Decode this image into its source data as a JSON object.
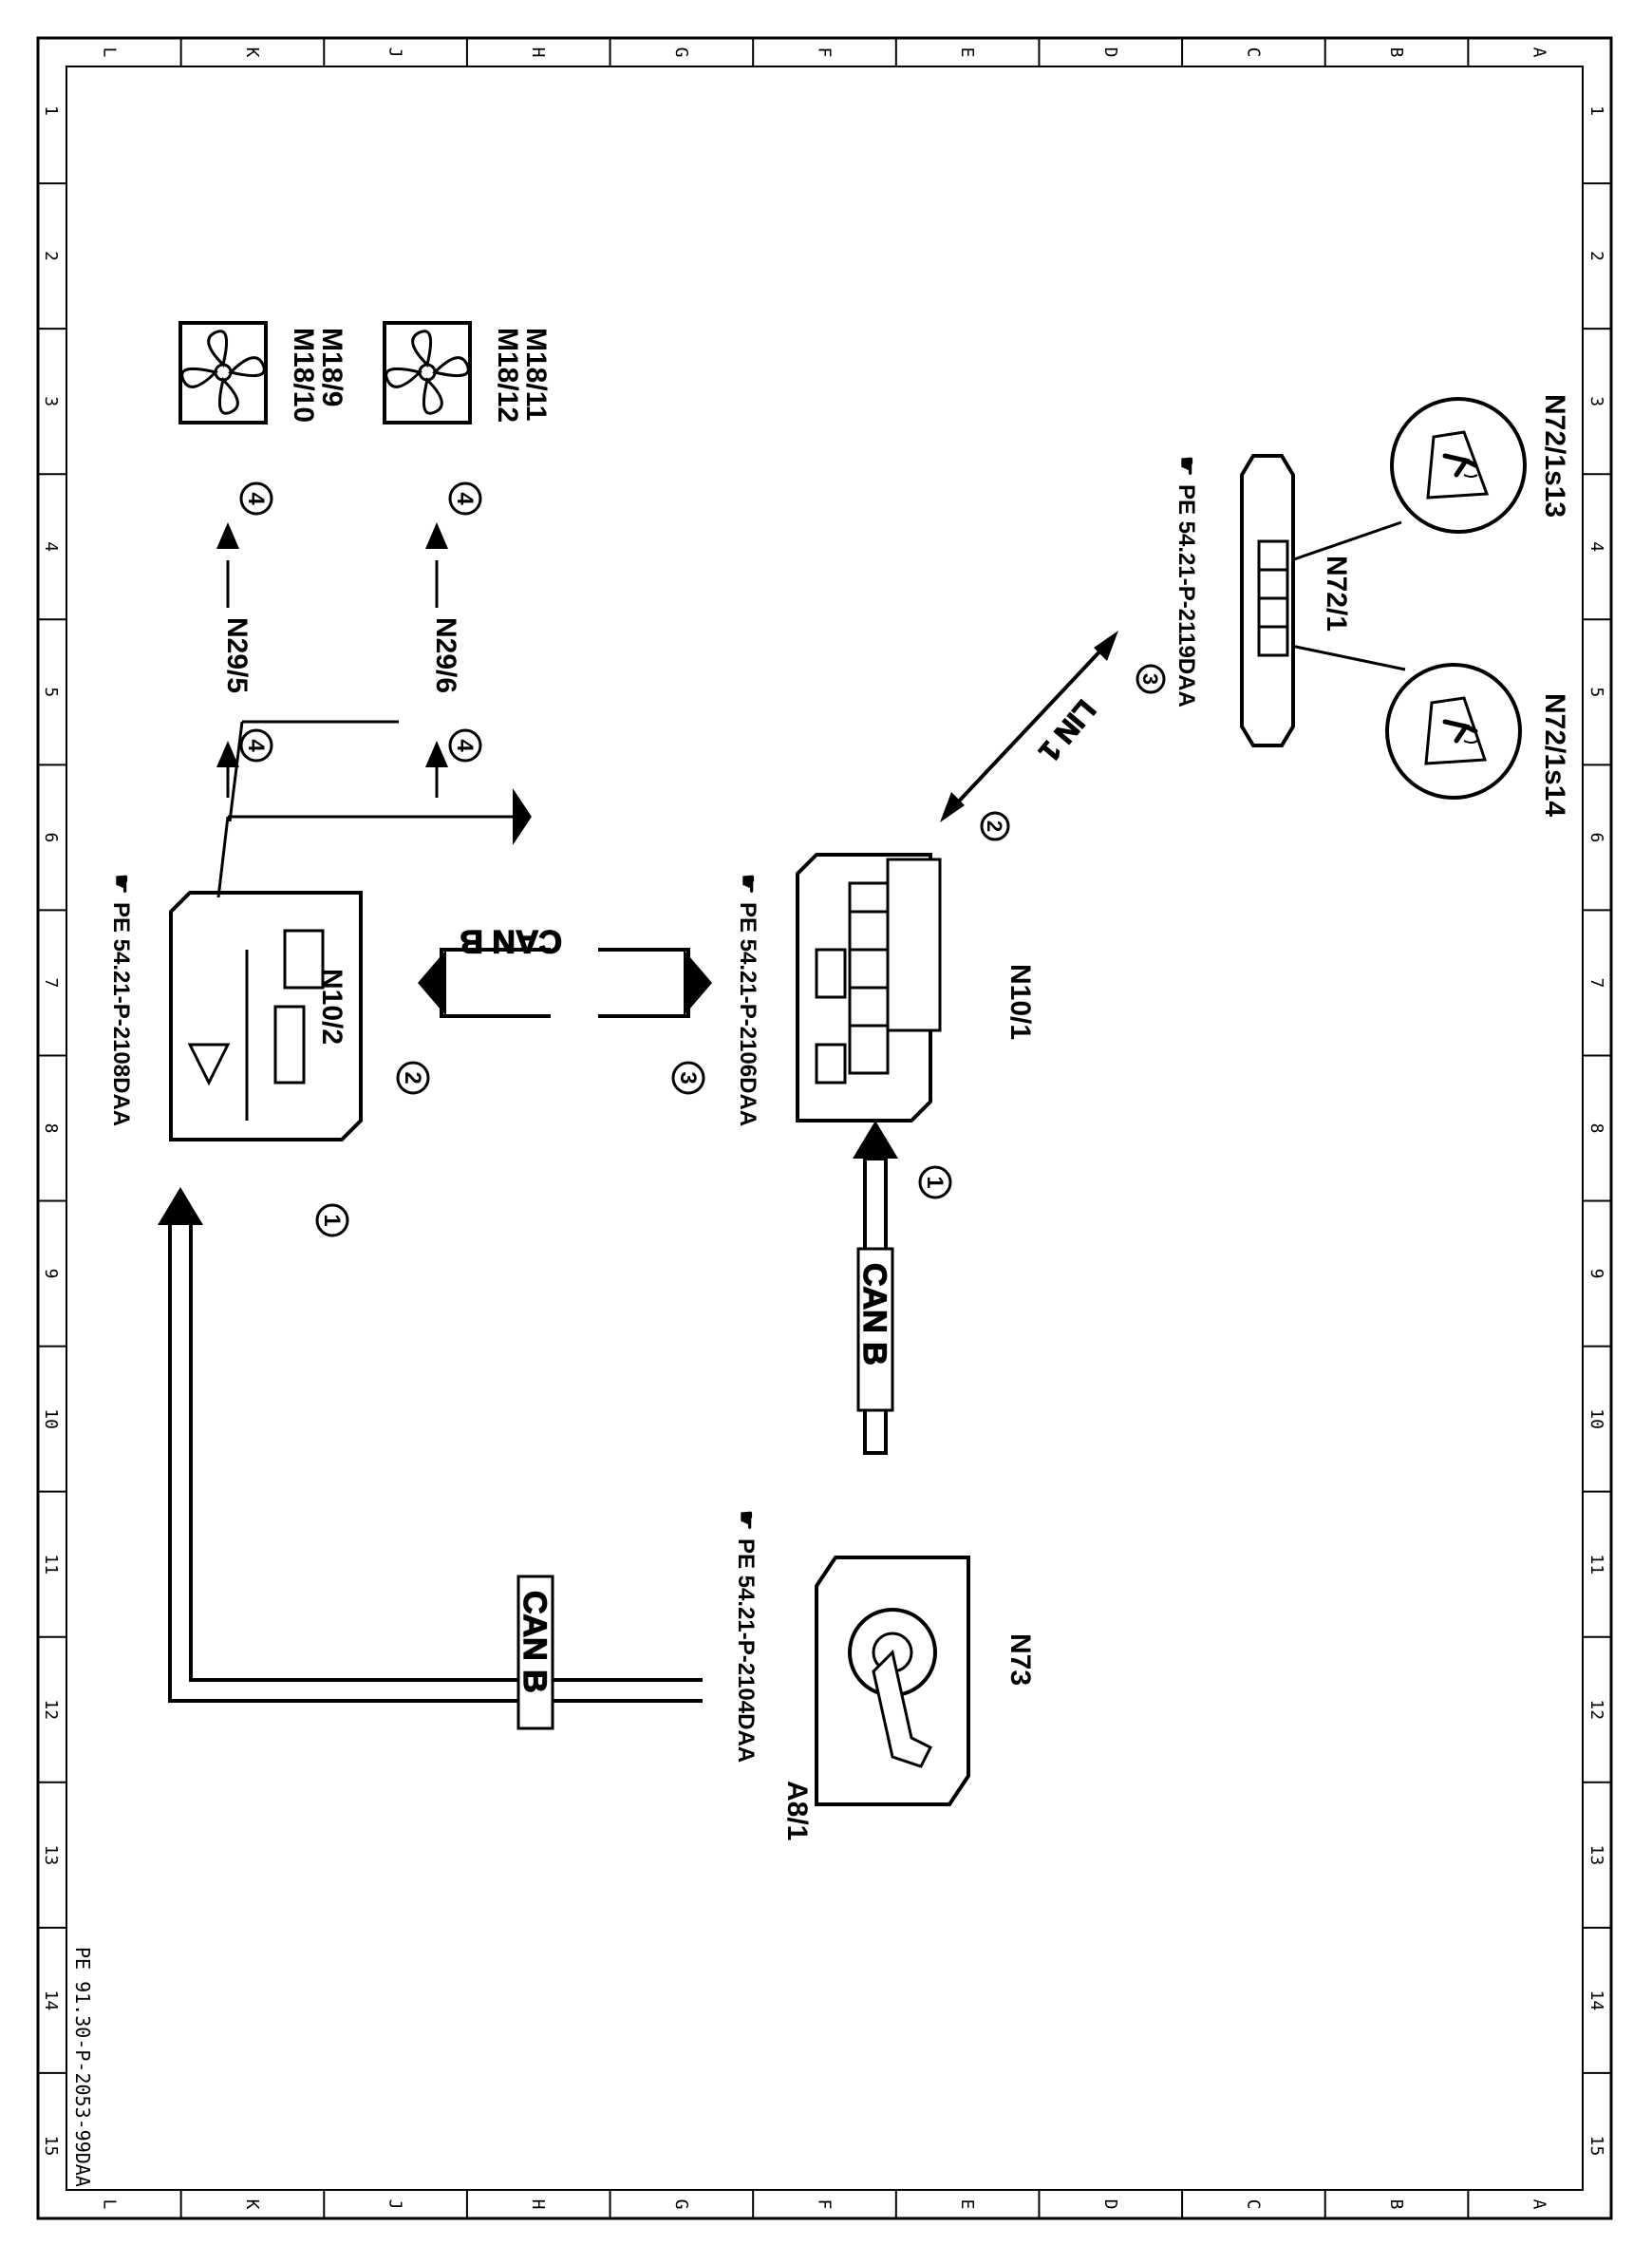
{
  "grid": {
    "rows": [
      "L",
      "K",
      "J",
      "H",
      "G",
      "F",
      "E",
      "D",
      "C",
      "B",
      "A"
    ],
    "cols": [
      "1",
      "2",
      "3",
      "4",
      "5",
      "6",
      "7",
      "8",
      "9",
      "10",
      "11",
      "12",
      "13",
      "14",
      "15"
    ]
  },
  "document_id": "PE 91.30-P-2053-99DAA",
  "components": {
    "n72_1s13": "N72/1s13",
    "n72_1s14": "N72/1s14",
    "n72_1": "N72/1",
    "n10_1": "N10/1",
    "n10_2": "N10/2",
    "n73": "N73",
    "a8_1": "A8/1",
    "m18_9": "M18/9",
    "m18_10": "M18/10",
    "m18_11": "M18/11",
    "m18_12": "M18/12",
    "n29_5": "N29/5",
    "n29_6": "N29/6"
  },
  "references": {
    "n72_1": "PE 54.21-P-2119DAA",
    "n10_1": "PE 54.21-P-2106DAA",
    "n10_2": "PE 54.21-P-2108DAA",
    "n73": "PE 54.21-P-2104DAA"
  },
  "buses": {
    "can_b": "CAN B",
    "lin_1": "LIN 1"
  },
  "step_numbers": [
    "1",
    "2",
    "3",
    "4"
  ],
  "colors": {
    "line": "#000000",
    "background": "#ffffff"
  }
}
